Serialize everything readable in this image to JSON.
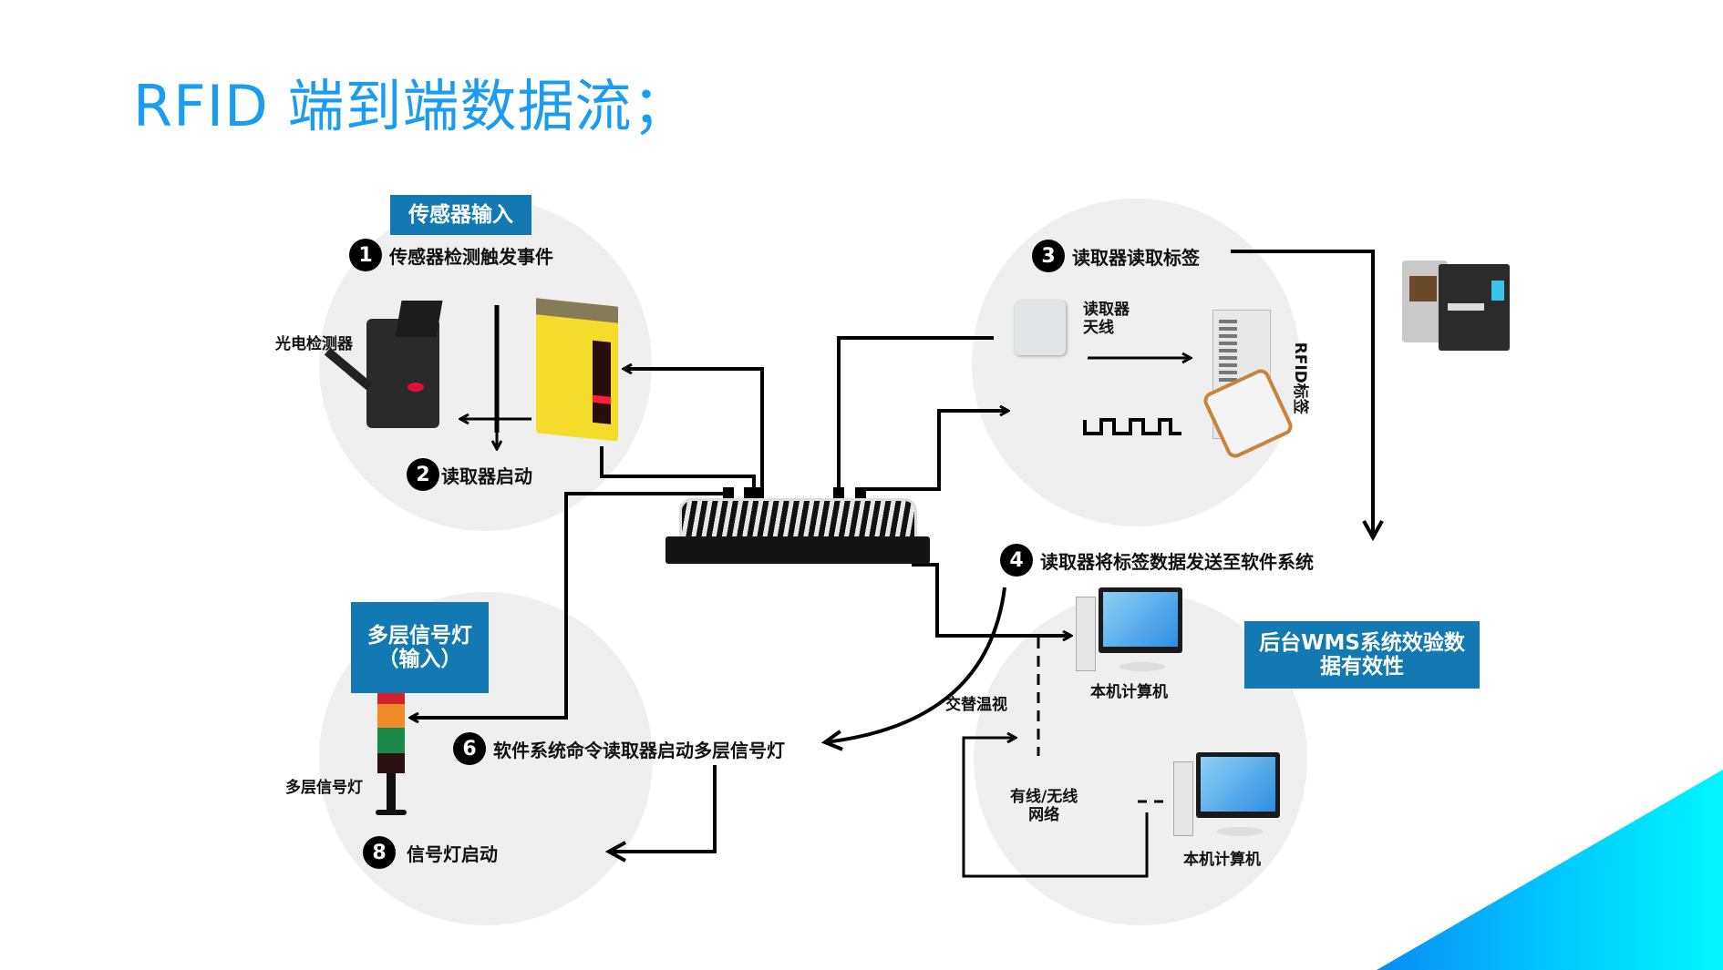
{
  "title": "RFID 端到端数据流；",
  "boxes": {
    "sensor_input": "传感器输入",
    "signal_light_input_line1": "多层信号灯",
    "signal_light_input_line2": "（输入）",
    "wms_line1": "后台WMS系统效验数",
    "wms_line2": "据有效性"
  },
  "steps": [
    {
      "num": "1",
      "text": "传感器检测触发事件"
    },
    {
      "num": "2",
      "text": "读取器启动"
    },
    {
      "num": "3",
      "text": "读取器读取标签"
    },
    {
      "num": "4",
      "text": "读取器将标签数据发送至软件系统"
    },
    {
      "num": "6",
      "text": "软件系统命令读取器启动多层信号灯"
    },
    {
      "num": "8",
      "text": "信号灯启动"
    }
  ],
  "labels": {
    "photo_detector": "光电检测器",
    "antenna_line1": "读取器",
    "antenna_line2": "天线",
    "rfid_tag": "RFID标签",
    "local_pc_1": "本机计算机",
    "local_pc_2": "本机计算机",
    "alternate_monitor": "交替温视",
    "network_line1": "有线/无线",
    "network_line2": "网络",
    "signal_tower": "多层信号灯"
  },
  "colors": {
    "title": "#1a9cf0",
    "box": "#1279b3",
    "circle": "#efefef",
    "corner_gradient_start": "#0a8cf5",
    "corner_gradient_end": "#00f6ff"
  }
}
